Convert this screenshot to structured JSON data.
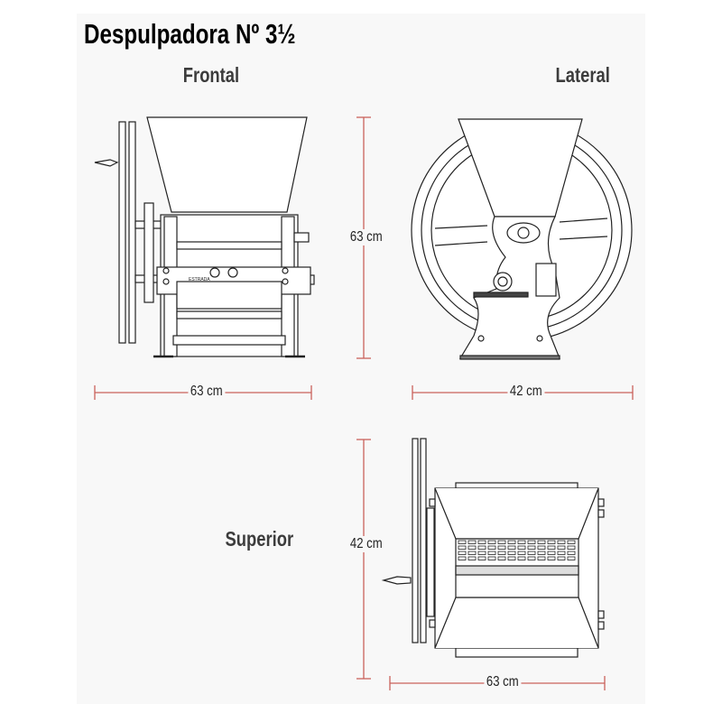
{
  "title": "Despulpadora Nº 3½",
  "views": {
    "frontal": {
      "label": "Frontal",
      "width": "63 cm",
      "height": "63 cm"
    },
    "lateral": {
      "label": "Lateral",
      "width": "42 cm"
    },
    "superior": {
      "label": "Superior",
      "width": "63 cm",
      "height": "42 cm"
    }
  },
  "brand_mark": "ESTRADA",
  "colors": {
    "dimension_line": "#c9615c",
    "line": "#222222",
    "background": "#f8f8f8"
  }
}
